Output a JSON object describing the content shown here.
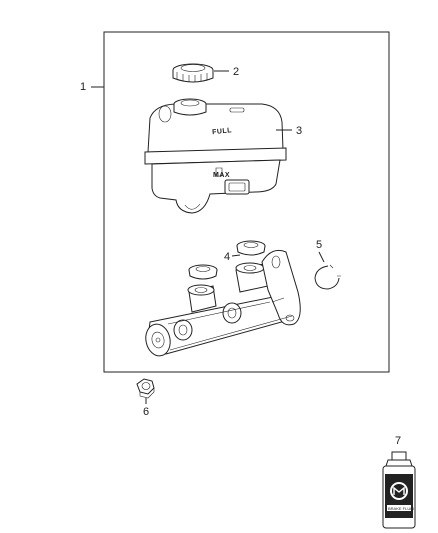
{
  "callouts": {
    "c1": "1",
    "c2": "2",
    "c3": "3",
    "c4": "4",
    "c5": "5",
    "c6": "6",
    "c7": "7"
  },
  "reservoir": {
    "level_mark": "FULL",
    "lower_mark": "MAX"
  },
  "fluid_bottle": {
    "label_text": "BRAKE FLUID"
  }
}
